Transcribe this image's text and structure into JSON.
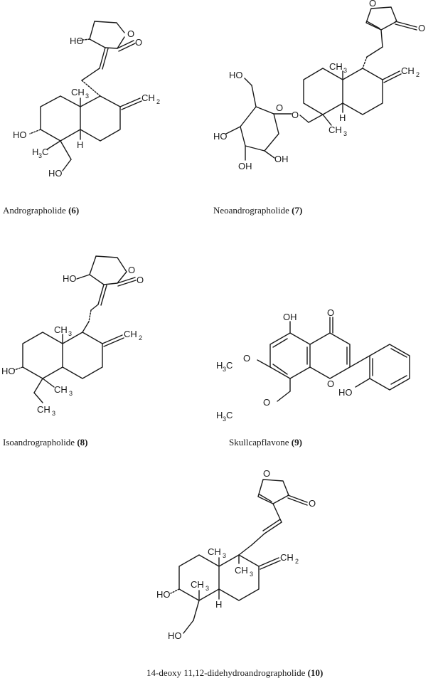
{
  "compounds": [
    {
      "name": "Andrographolide",
      "number": "(6)"
    },
    {
      "name": "Neoandrographolide",
      "number": "(7)"
    },
    {
      "name": "Isoandrographolide",
      "number": "(8)"
    },
    {
      "name": "Skullcapflavone",
      "number": "(9)"
    },
    {
      "name": "14-deoxy 11,12-didehydroandrographolide",
      "number": "(10)"
    }
  ],
  "atom_labels": {
    "ho": "HO",
    "o": "O",
    "oh": "OH",
    "h": "H",
    "ch": "CH",
    "h3c": "H",
    "c": "C",
    "sub3": "3",
    "sub2": "2"
  }
}
